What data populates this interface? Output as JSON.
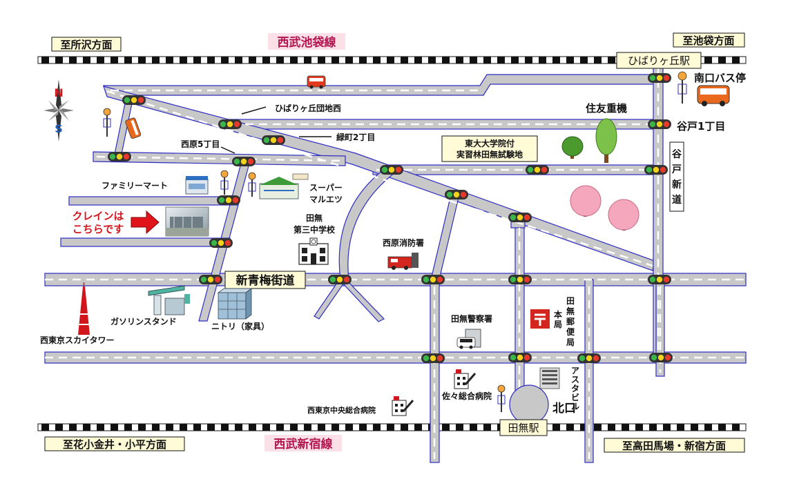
{
  "rail_lines": {
    "top": "西武池袋線",
    "bottom": "西武新宿線"
  },
  "directions": {
    "top_left": "至所沢方面",
    "top_right": "至池袋方面",
    "bottom_left": "至花小金井・小平方面",
    "bottom_right": "至高田馬場・新宿方面"
  },
  "stations": {
    "hibarigaoka": "ひばりヶ丘駅",
    "tanashi": "田無駅",
    "tanashi_exit": "北口"
  },
  "roads": {
    "shin_ome": "新青梅街道",
    "yato": "谷戸新道"
  },
  "compass": {
    "north": "N",
    "south": "S"
  },
  "destination": {
    "line1": "クレインは",
    "line2": "こちらです"
  },
  "labels": {
    "hibarigaoka_danchi": "ひばりヶ丘団地西",
    "midoricho": "緑町2丁目",
    "nishihara5": "西原5丁目",
    "south_bus_stop": "南口バス停",
    "sumitomo": "住友重機",
    "yato1": "谷戸1丁目",
    "todai_line1": "東大大学院付",
    "todai_line2": "実習林田無試験地",
    "family_mart": "ファミリーマート",
    "maruetsu_line1": "スーパー",
    "maruetsu_line2": "マルエツ",
    "school_line1": "田無",
    "school_line2": "第三中学校",
    "fire_station": "西原消防署",
    "gas_station": "ガソリンスタンド",
    "nitori": "ニトリ（家具）",
    "skytower": "西東京スカイタワー",
    "police": "田無警察署",
    "post_office_main": "田無郵便局",
    "post_office_sub": "本局",
    "sasa_hospital": "佐々総合病院",
    "central_hospital": "西東京中央総合病院",
    "asta": "アスタビル"
  },
  "colors": {
    "road_fill": "#c8c8c8",
    "road_edge": "#2c2cc4",
    "direction_box": "#fffbd6",
    "rail_line_text": "#b3154e",
    "signal_green": "#39b54a",
    "signal_yellow": "#f2d21b",
    "signal_red": "#e53a2b",
    "arrow": "#e0141b"
  }
}
